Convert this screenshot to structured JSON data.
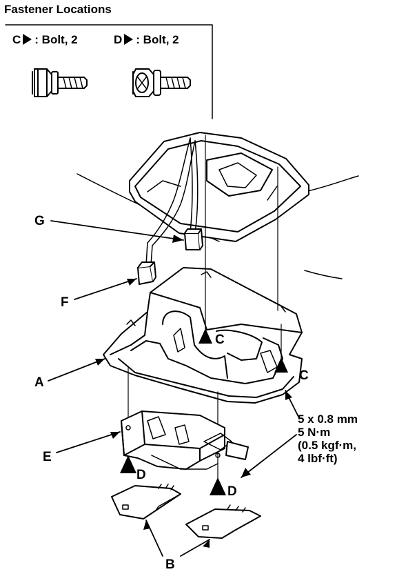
{
  "header": {
    "title": "Fastener Locations"
  },
  "fasteners": [
    {
      "letter": "C",
      "desc": ": Bolt, 2"
    },
    {
      "letter": "D",
      "desc": ": Bolt, 2"
    }
  ],
  "callouts": {
    "A": "A",
    "B": "B",
    "C1": "C",
    "C2": "C",
    "D1": "D",
    "D2": "D",
    "E": "E",
    "F": "F",
    "G": "G"
  },
  "spec": [
    "5 x 0.8 mm",
    "5 N·m",
    "(0.5 kgf·m,",
    "4 lbf·ft)"
  ]
}
